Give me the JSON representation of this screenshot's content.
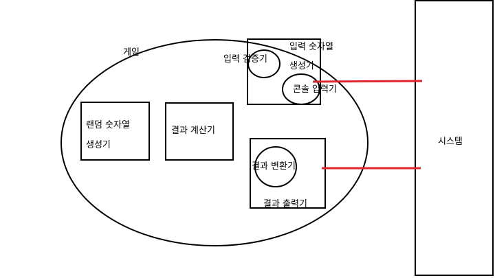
{
  "diagram": {
    "colors": {
      "stroke": "#000000",
      "connector": "#e0242a",
      "background": "#ffffff"
    },
    "labels": {
      "game": "게임",
      "random_generator_line1": "랜덤 숫자열",
      "random_generator_line2": "생성기",
      "result_calculator": "결과 계산기",
      "input_validator": "입력 검증기",
      "input_generator_line1": "입력 숫자열",
      "input_generator_line2": "생성기",
      "console_input": "콘솔 입력기",
      "result_converter": "결과 변환기",
      "result_printer": "결과 출력기",
      "system": "시스템"
    }
  }
}
